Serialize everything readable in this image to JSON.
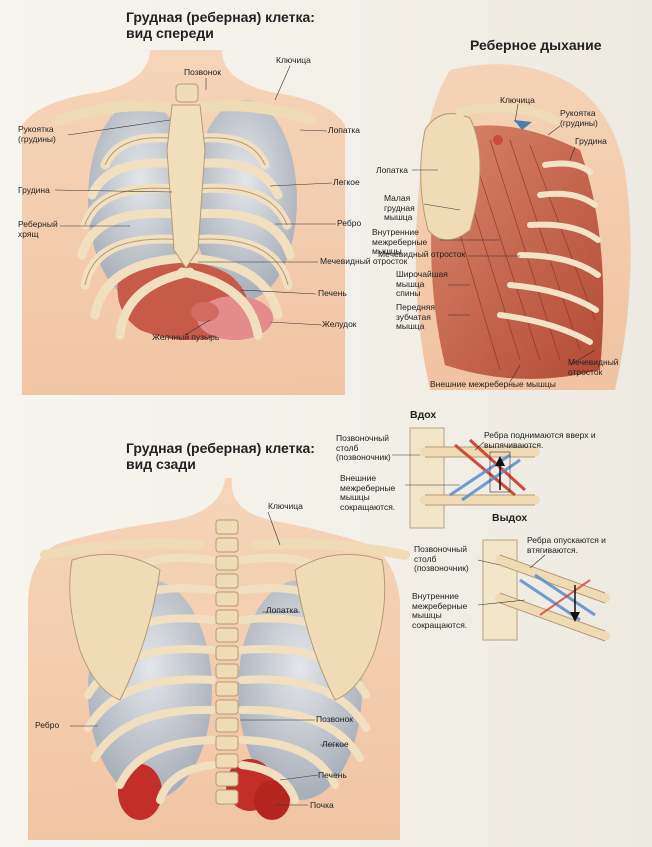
{
  "front": {
    "title_line1": "Грудная (реберная) клетка:",
    "title_line2": "вид спереди",
    "labels": {
      "pozvonok": "Позвонок",
      "klyuchitsa": "Ключица",
      "rukoyatka": "Рукоятка (грудины)",
      "lopatka": "Лопатка",
      "grudina": "Грудина",
      "legkoe": "Легкое",
      "rebro": "Ребро",
      "rebernyy_hryash": "Реберный хрящ",
      "mechevidnyy": "Мечевидный отросток",
      "pechen": "Печень",
      "zheludok": "Желудок",
      "zhelchnyy": "Желчный пузырь"
    }
  },
  "breathing": {
    "title": "Реберное дыхание",
    "labels": {
      "klyuchitsa": "Ключица",
      "rukoyatka": "Рукоятка (грудины)",
      "grudina": "Грудина",
      "lopatka": "Лопатка",
      "malaya": "Малая грудная мышца",
      "vnutrennie": "Внутренние межреберные мышцы",
      "mechevidnyy": "Мечевидный отросток",
      "shirochayshaya": "Широчайшая мышца спины",
      "perednyaya": "Передняя зубчатая мышца",
      "mechevidnyy2": "Мечевидный отросток",
      "vneshnie": "Внешние межреберные мышцы"
    }
  },
  "inhale": {
    "title": "Вдох",
    "spine": "Позвоночный столб (позвоночник)",
    "note": "Ребра поднимаются вверх и выпячиваются.",
    "muscles": "Внешние межреберные мышцы сокращаются."
  },
  "exhale": {
    "title": "Выдох",
    "spine": "Позвоночный столб (позвоночник)",
    "note": "Ребра опускаются и втягиваются.",
    "muscles": "Внутренние межреберные мышцы сокращаются."
  },
  "back": {
    "title_line1": "Грудная (реберная) клетка:",
    "title_line2": "вид сзади",
    "labels": {
      "klyuchitsa": "Ключица",
      "lopatka": "Лопатка",
      "rebro": "Ребро",
      "pozvonok": "Позвонок",
      "legkoe": "Легкое",
      "pechen": "Печень",
      "pochka": "Почка"
    }
  }
}
